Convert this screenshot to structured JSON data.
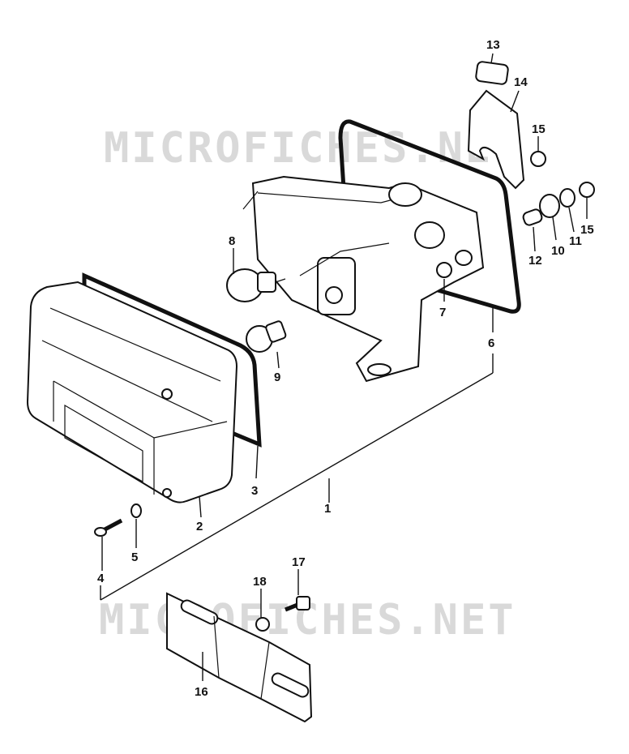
{
  "watermark": {
    "top_text": "MICROFICHES.NET",
    "bottom_text": "MICROFICHES.NET"
  },
  "callouts": [
    {
      "id": "1",
      "text": "1"
    },
    {
      "id": "2",
      "text": "2"
    },
    {
      "id": "3",
      "text": "3"
    },
    {
      "id": "4",
      "text": "4"
    },
    {
      "id": "5",
      "text": "5"
    },
    {
      "id": "6",
      "text": "6"
    },
    {
      "id": "7",
      "text": "7"
    },
    {
      "id": "8",
      "text": "8"
    },
    {
      "id": "9",
      "text": "9"
    },
    {
      "id": "10",
      "text": "10"
    },
    {
      "id": "11",
      "text": "11"
    },
    {
      "id": "12",
      "text": "12"
    },
    {
      "id": "13",
      "text": "13"
    },
    {
      "id": "14",
      "text": "14"
    },
    {
      "id": "15a",
      "text": "15"
    },
    {
      "id": "15b",
      "text": "15"
    },
    {
      "id": "16",
      "text": "16"
    },
    {
      "id": "17",
      "text": "17"
    },
    {
      "id": "18",
      "text": "18"
    }
  ]
}
